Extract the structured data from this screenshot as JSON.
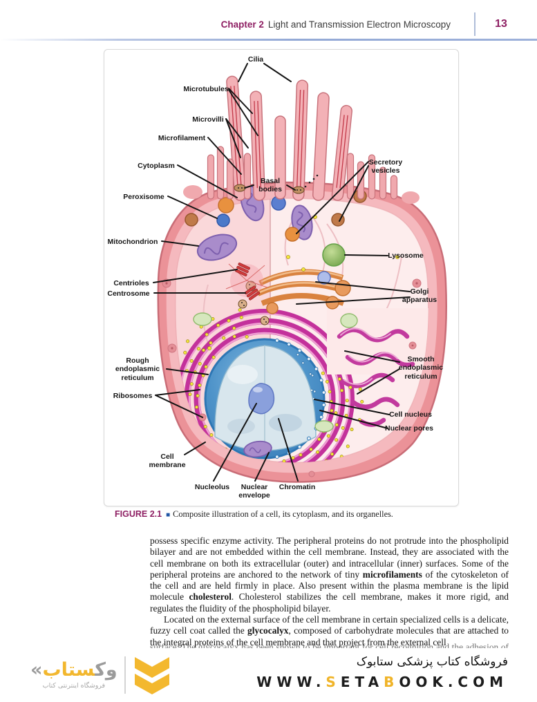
{
  "header": {
    "chapter_label": "Chapter 2",
    "chapter_title": "Light and Transmission Electron Microscopy",
    "page_number": "13"
  },
  "figure": {
    "caption_label": "FIGURE 2.1",
    "caption_bullet": "■",
    "caption_text": "Composite illustration of a cell, its cytoplasm, and its organelles.",
    "labels": [
      {
        "name": "cilia",
        "text": "Cilia"
      },
      {
        "name": "microtubules",
        "text": "Microtubules"
      },
      {
        "name": "microvilli",
        "text": "Microvilli"
      },
      {
        "name": "microfilament",
        "text": "Microfilament"
      },
      {
        "name": "cytoplasm",
        "text": "Cytoplasm"
      },
      {
        "name": "peroxisome",
        "text": "Peroxisome"
      },
      {
        "name": "mitochondrion",
        "text": "Mitochondrion"
      },
      {
        "name": "centrioles",
        "text": "Centrioles"
      },
      {
        "name": "centrosome",
        "text": "Centrosome"
      },
      {
        "name": "rough-er",
        "text": "Rough\nendoplasmic\nreticulum"
      },
      {
        "name": "ribosomes",
        "text": "Ribosomes"
      },
      {
        "name": "cell-membrane",
        "text": "Cell\nmembrane"
      },
      {
        "name": "nucleolus",
        "text": "Nucleolus"
      },
      {
        "name": "nuclear-envelope",
        "text": "Nuclear\nenvelope"
      },
      {
        "name": "chromatin",
        "text": "Chromatin"
      },
      {
        "name": "basal-bodies",
        "text": "Basal\nbodies"
      },
      {
        "name": "secretory-vesicles",
        "text": "Secretory\nvesicles"
      },
      {
        "name": "lysosome",
        "text": "Lysosome"
      },
      {
        "name": "golgi-apparatus",
        "text": "Golgi\napparatus"
      },
      {
        "name": "smooth-er",
        "text": "Smooth\nendoplasmic\nreticulum"
      },
      {
        "name": "cell-nucleus",
        "text": "Cell nucleus"
      },
      {
        "name": "nuclear-pores",
        "text": "Nuclear pores"
      }
    ]
  },
  "body": {
    "paragraphs": [
      {
        "indent": false,
        "segments": [
          {
            "t": "possess specific enzyme activity. The peripheral proteins do not protrude into the phospholipid bilayer and are not embedded within the cell membrane. Instead, they are associated with the cell membrane on both its extracellular (outer) and intracellular (inner) surfaces. Some of the peripheral proteins are anchored to the network of tiny "
          },
          {
            "t": "microfilaments",
            "c": "bold"
          },
          {
            "t": " of the cytoskeleton of the cell and are held firmly in place. Also present within the plasma membrane is the lipid molecule "
          },
          {
            "t": "cholesterol",
            "c": "bold"
          },
          {
            "t": ". Cholesterol stabilizes the cell membrane, makes it more rigid, and regulates the fluidity of the phospholipid bilayer."
          }
        ]
      },
      {
        "indent": true,
        "segments": [
          {
            "t": "Located on the external surface of the cell membrane in certain specialized cells is a delicate, fuzzy cell coat called the "
          },
          {
            "t": "glycocalyx",
            "c": "bold"
          },
          {
            "t": ", composed of carbohydrate molecules that are attached to the integral proteins of the cell membrane and that project from the external cell"
          }
        ]
      }
    ],
    "clipped_line": "surface. The glycocalyx has been shown to be important for cell recognition and the adhesion of cells to one another."
  },
  "footer": {
    "logo": {
      "wordmark_segments": [
        {
          "t": "«",
          "c": "gray"
        },
        {
          "t": "وک",
          "c": "gray"
        },
        {
          "t": "ستاب",
          "c": "yellow"
        }
      ],
      "tagline": "فروشگاه اینترنتی کتاب"
    },
    "store_line": "فروشگاه کتاب پزشکی ستابوک",
    "url_segments": [
      {
        "t": "WWW."
      },
      {
        "t": "S",
        "c": "yellow"
      },
      {
        "t": "ETA"
      },
      {
        "t": "B",
        "c": "yellow"
      },
      {
        "t": "OOK.COM"
      }
    ],
    "colors": {
      "brand_yellow": "#f2b72e",
      "brand_gray": "#9b9b9b"
    }
  },
  "theme": {
    "accent_magenta": "#8e1f63",
    "caption_square_blue": "#2156a5"
  }
}
